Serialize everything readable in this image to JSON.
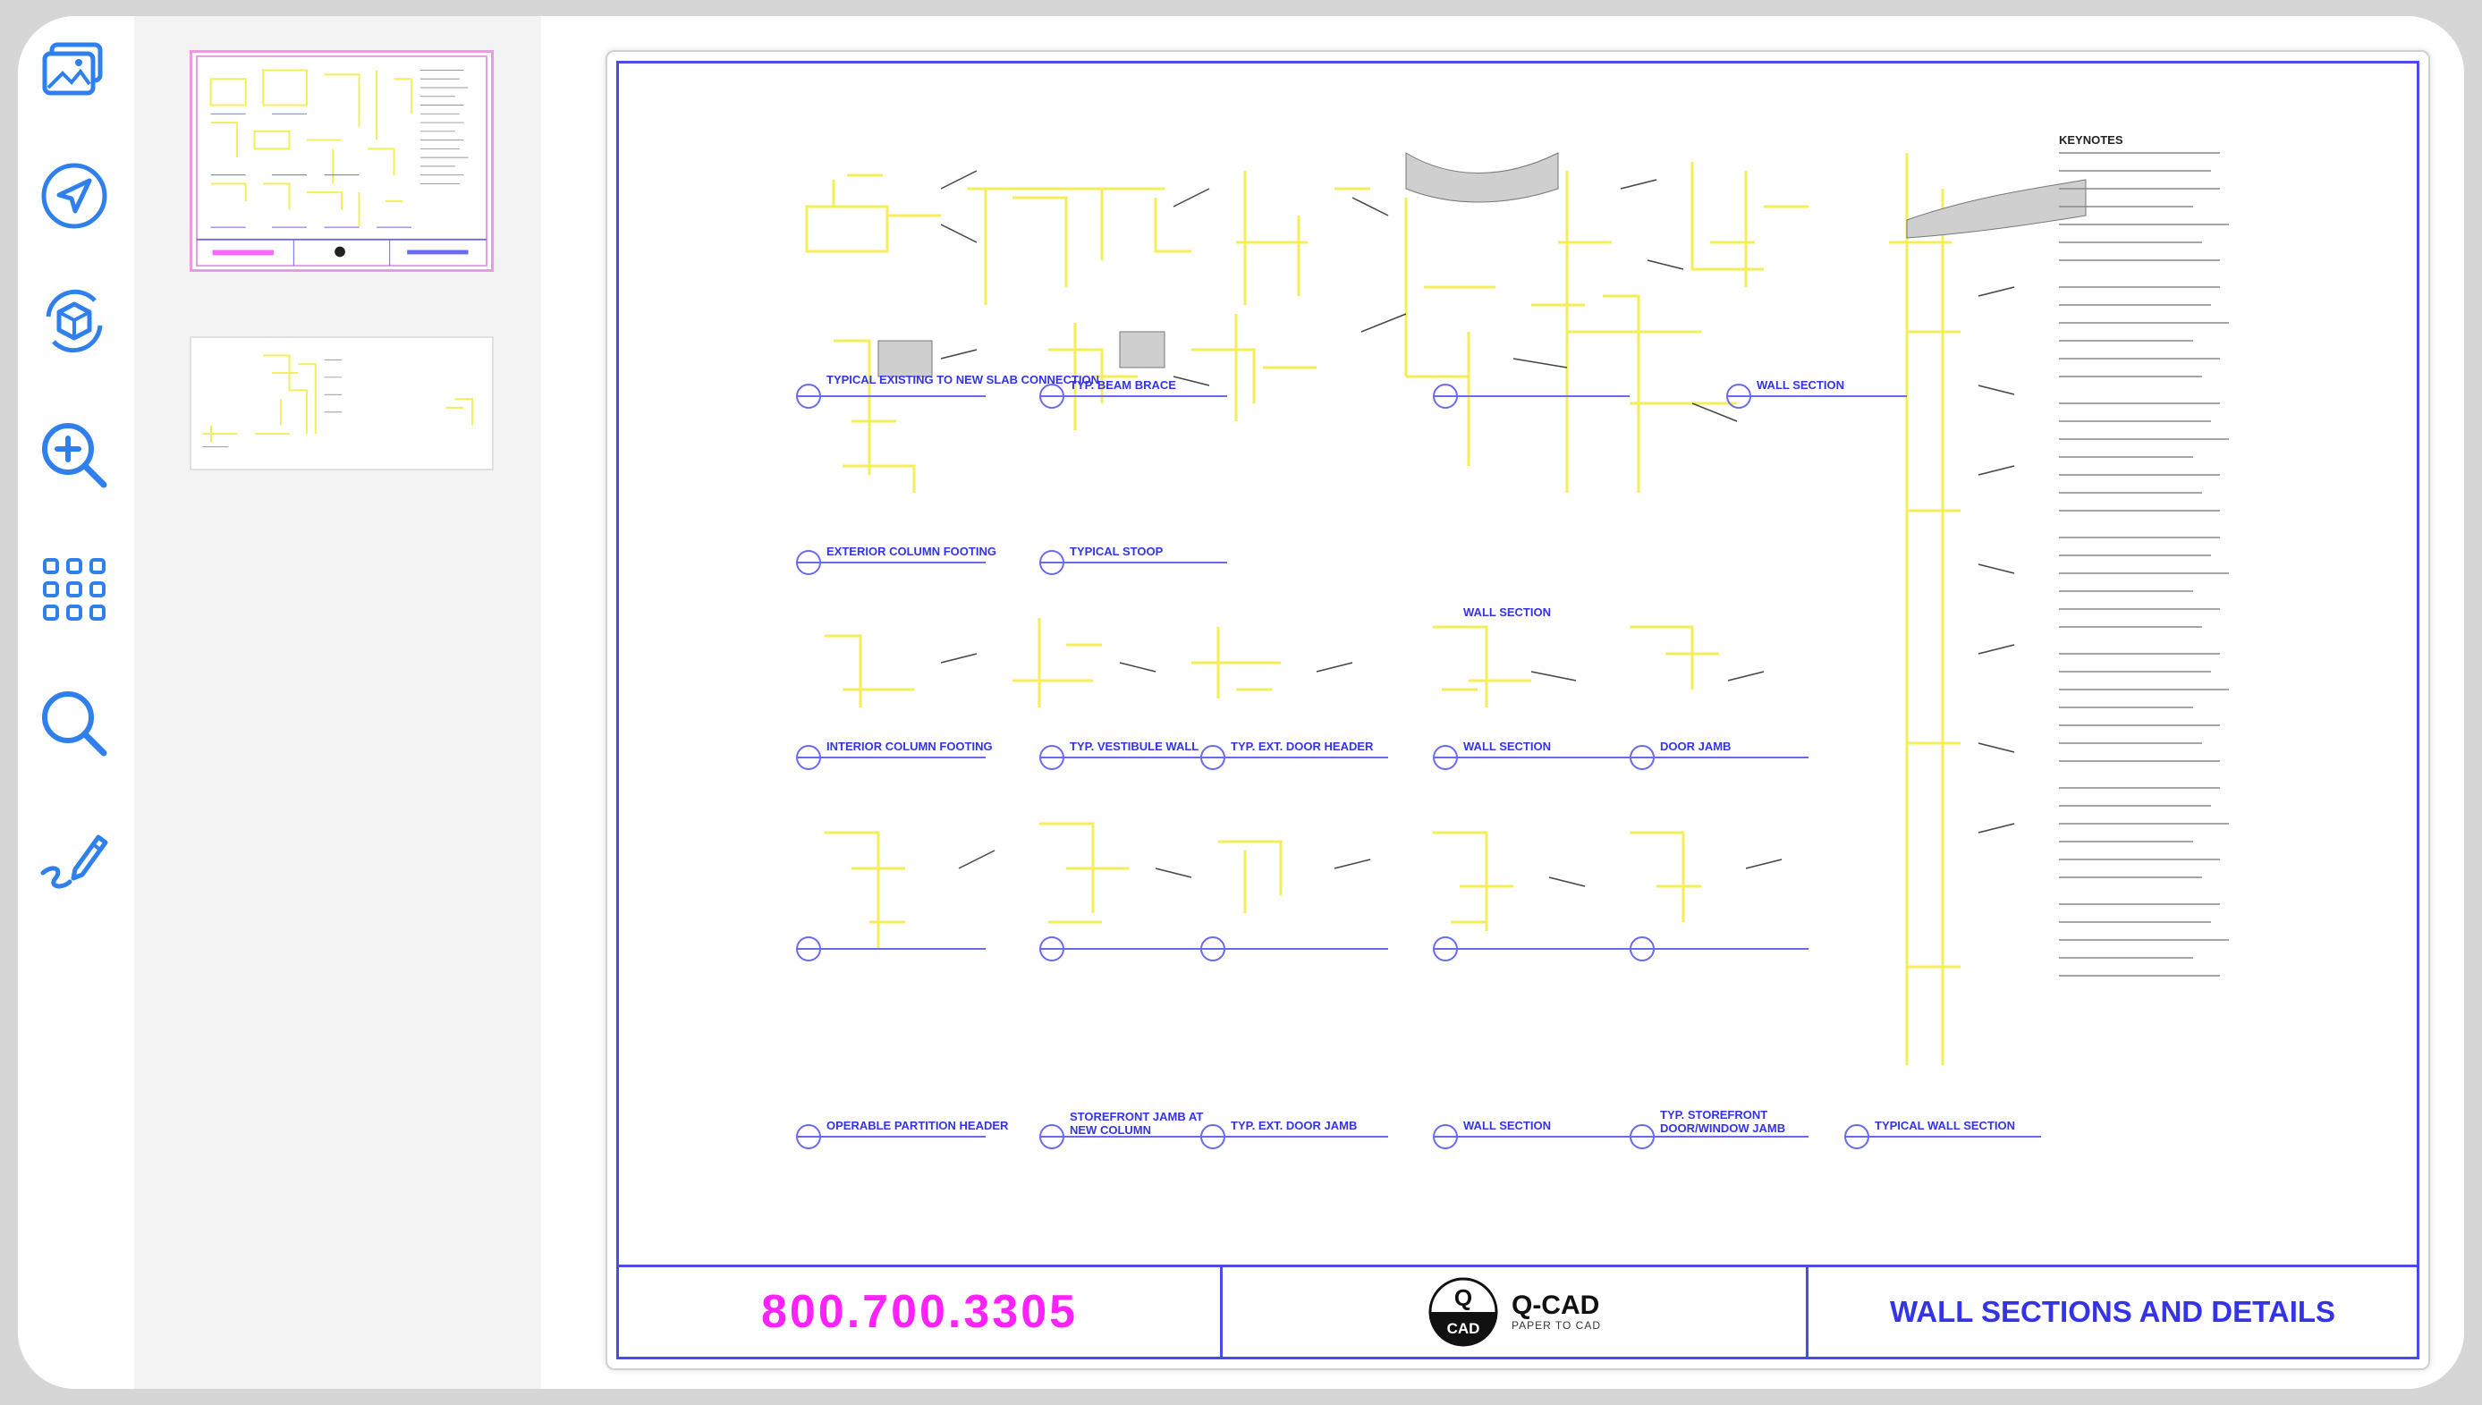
{
  "toolbar": {
    "tools": [
      {
        "name": "gallery-icon"
      },
      {
        "name": "navigate-icon"
      },
      {
        "name": "3d-view-icon"
      },
      {
        "name": "zoom-in-icon"
      },
      {
        "name": "grid-icon"
      },
      {
        "name": "search-icon"
      },
      {
        "name": "sign-icon"
      }
    ]
  },
  "thumbnails": [
    {
      "selected": true
    },
    {
      "selected": false
    }
  ],
  "sheet": {
    "keynotes_title": "KEYNOTES",
    "detail_labels": [
      "TYPICAL EXISTING TO NEW SLAB CONNECTION",
      "TYP. BEAM BRACE",
      "WALL SECTION",
      "EXTERIOR COLUMN FOOTING",
      "TYPICAL STOOP",
      "WALL SECTION",
      "INTERIOR COLUMN FOOTING",
      "TYP. VESTIBULE WALL",
      "TYP. EXT. DOOR HEADER",
      "WALL SECTION",
      "DOOR JAMB",
      "OPERABLE PARTITION HEADER",
      "STOREFRONT JAMB AT NEW COLUMN",
      "TYP. EXT. DOOR JAMB",
      "WALL SECTION",
      "TYP. STOREFRONT DOOR/WINDOW JAMB",
      "TYPICAL WALL SECTION"
    ],
    "title_block": {
      "phone": "800.700.3305",
      "logo_name": "Q-CAD",
      "logo_tagline": "PAPER TO CAD",
      "logo_q": "Q",
      "logo_cad": "CAD",
      "sheet_title": "WALL SECTIONS AND DETAILS"
    }
  },
  "colors": {
    "accent": "#2f80ed",
    "border_blue": "#4b4be8",
    "phone_magenta": "#ff22ff",
    "title_blue": "#3434e6",
    "drawing_yellow": "#f4ee58"
  }
}
